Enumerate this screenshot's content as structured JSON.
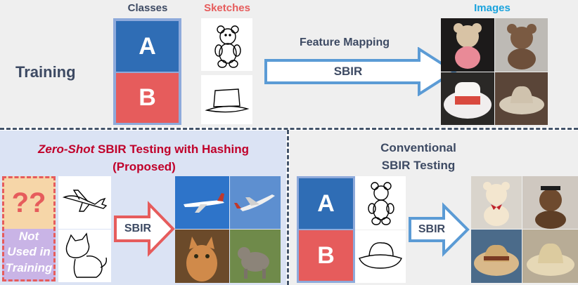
{
  "colors": {
    "top_bg": "#efefef",
    "zs_bg": "#dbe3f4",
    "conv_bg": "#efefef",
    "class_a": "#2f6db5",
    "class_b": "#e65c5c",
    "frame": "#8eaadb",
    "classes_title": "#3d4a63",
    "sketches_title": "#e65c5c",
    "images_title": "#1aa3dd",
    "zs_title": "#c0002a",
    "text_dark": "#3d4a63",
    "arrow_blue": "#5b9bd5",
    "arrow_red": "#e65c5c",
    "divider": "#44546a",
    "unknown_fill": "#f6d6a8",
    "unknown_fill2": "#c9b4e6",
    "unknown_q": "#e65c5c"
  },
  "training": {
    "label": "Training",
    "classes_title": "Classes",
    "sketches_title": "Sketches",
    "images_title": "Images",
    "class_a": "A",
    "class_b": "B",
    "arrow_top_label": "Feature Mapping",
    "arrow_label": "SBIR",
    "sketch_icons": [
      "teddy-bear-sketch",
      "hat-sketch"
    ],
    "image_icons": [
      "teddy-bear-photo",
      "teddy-bear-photo",
      "hat-photo",
      "hat-photo"
    ]
  },
  "zero_shot": {
    "title_italic": "Zero-Shot",
    "title_rest": " SBIR Testing with Hashing",
    "subtitle": "(Proposed)",
    "unknown_mark": "??",
    "not_used": [
      "Not",
      "Used in",
      "Training"
    ],
    "arrow_label": "SBIR",
    "sketch_icons": [
      "airplane-sketch",
      "cat-sketch"
    ],
    "image_icons": [
      "airplane-photo",
      "airplane-photo",
      "cat-photo",
      "cat-photo"
    ]
  },
  "conventional": {
    "title_line1": "Conventional",
    "title_line2": "SBIR Testing",
    "class_a": "A",
    "class_b": "B",
    "arrow_label": "SBIR",
    "sketch_icons": [
      "teddy-bear-sketch",
      "hat-sketch"
    ],
    "image_icons": [
      "teddy-bear-photo",
      "teddy-bear-photo",
      "hat-photo",
      "hat-photo"
    ]
  }
}
